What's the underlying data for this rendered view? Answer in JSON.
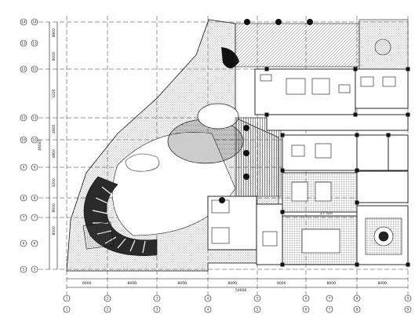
{
  "plan": {
    "row_axes": [
      "14",
      "13",
      "12",
      "11",
      "10",
      "9",
      "8",
      "7",
      "6",
      "5"
    ],
    "col_axes": [
      "1",
      "2",
      "3",
      "4",
      "5",
      "6",
      "7",
      "8",
      "9"
    ],
    "row_dims": [
      "8800",
      "8000",
      "3200",
      "4800",
      "4800",
      "3200",
      "8000",
      "8000"
    ],
    "left_total": "46000",
    "col_dims": [
      "6600",
      "8000",
      "8000",
      "8000",
      "8000",
      "8000",
      "8000"
    ],
    "bottom_total": "54600",
    "interior_dim": "27 520"
  },
  "colors": {
    "ink": "#111111",
    "hatch": "#444444",
    "dark": "#222222"
  }
}
